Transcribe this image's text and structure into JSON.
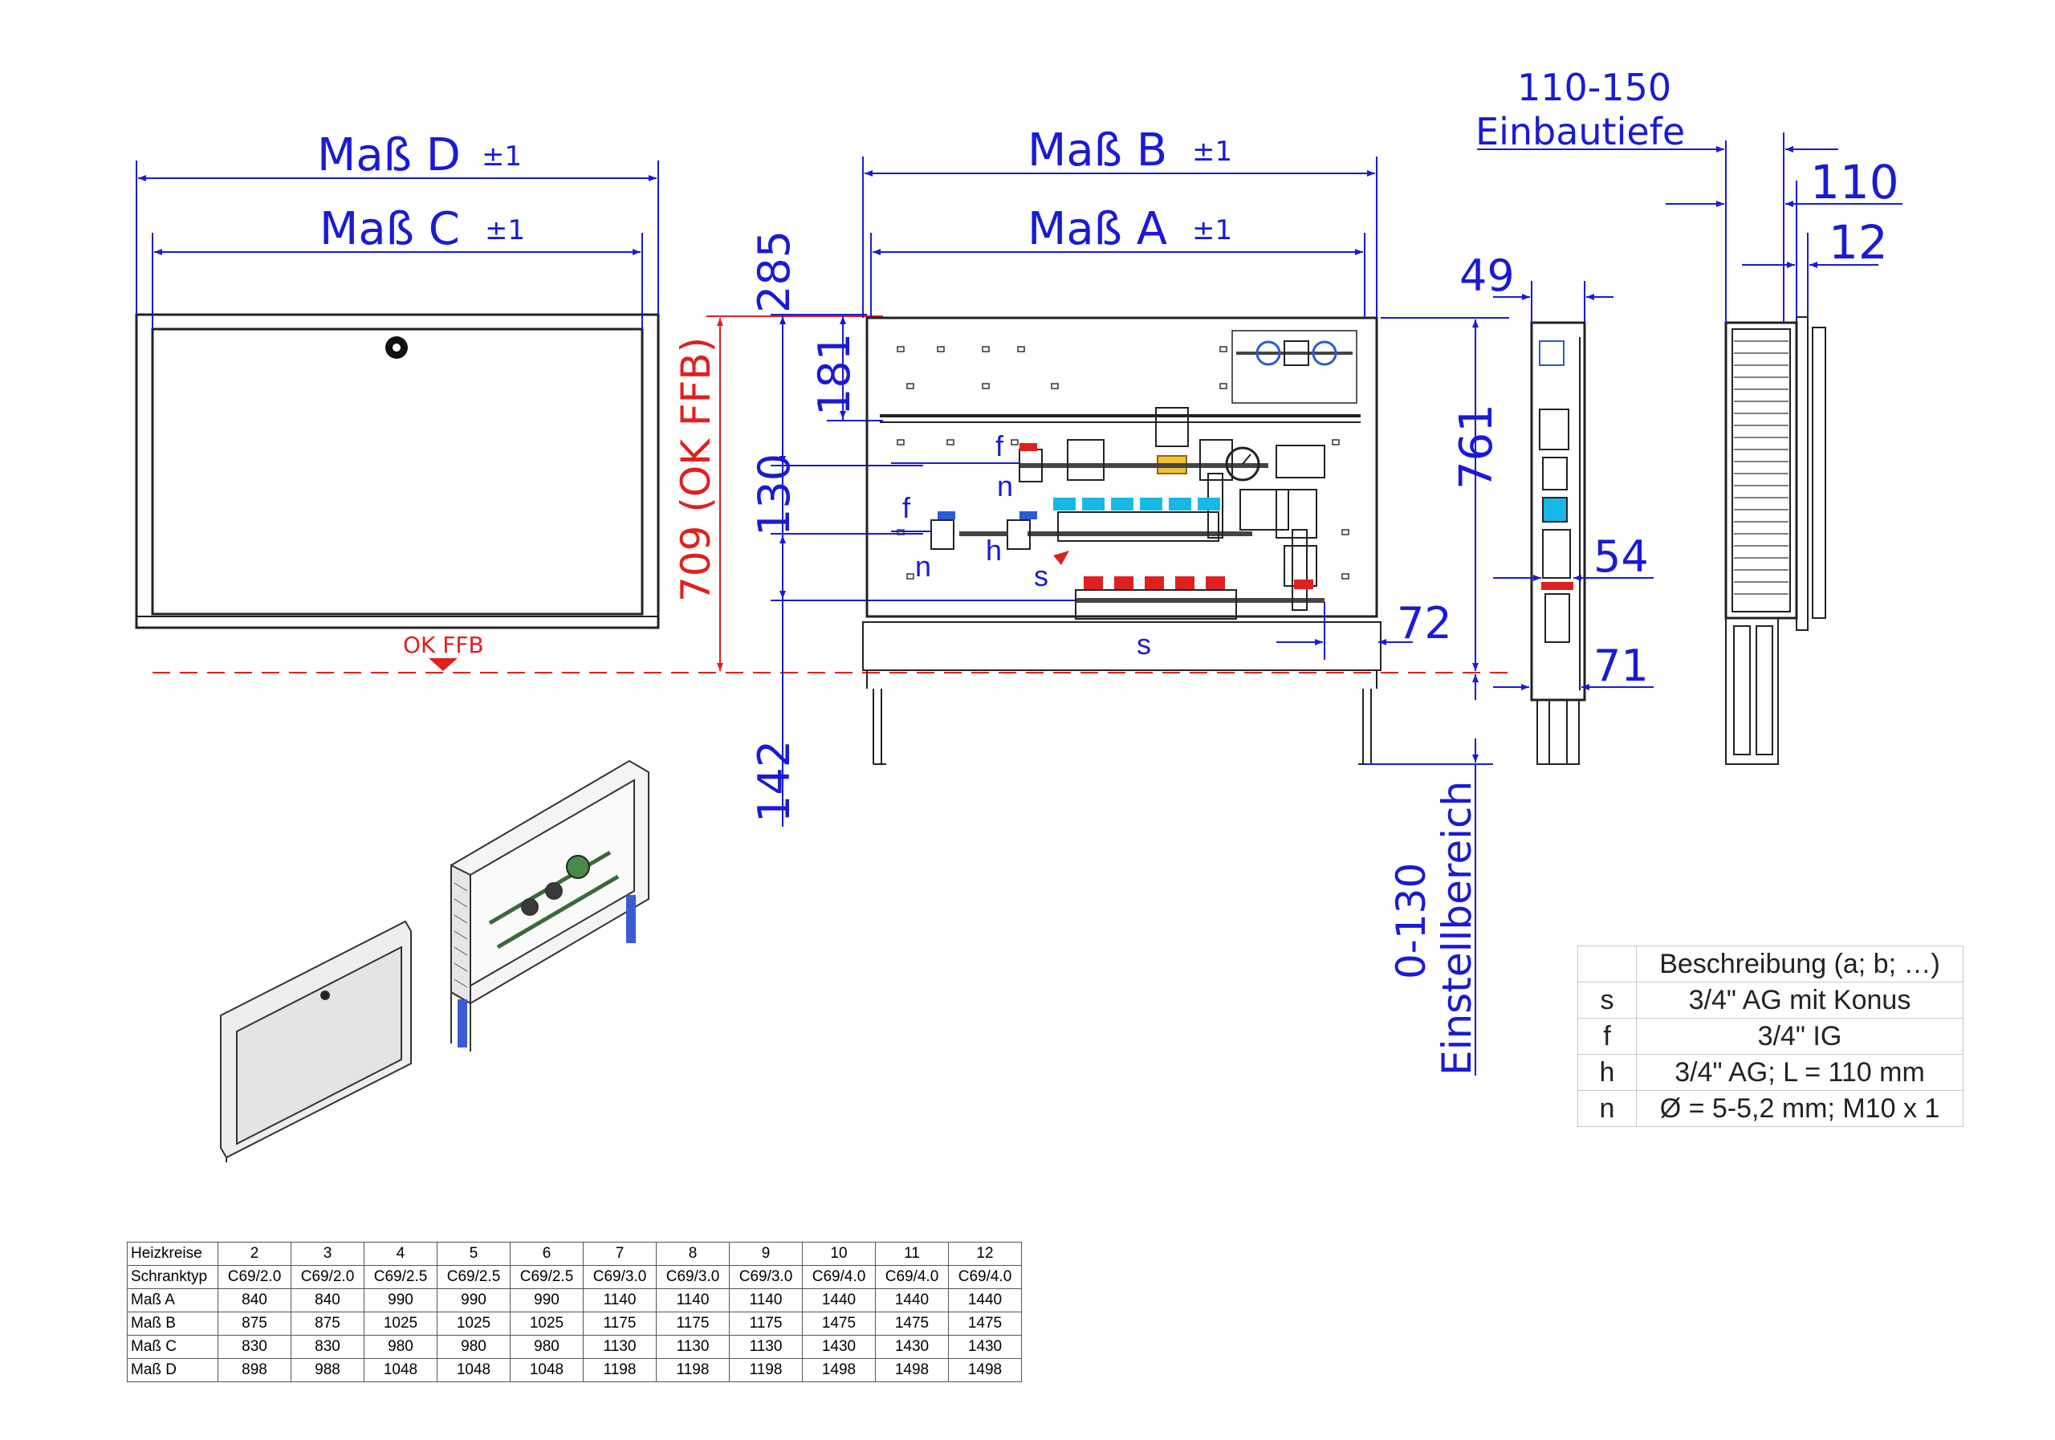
{
  "dimensions": {
    "mass_d": "Maß D",
    "mass_c": "Maß C",
    "mass_b": "Maß B",
    "mass_a": "Maß A",
    "tol": "±1",
    "v285": "285",
    "v181": "181",
    "v130": "130",
    "v142": "142",
    "v709": "709 (OK FFB)",
    "ok_ffb": "OK FFB",
    "v761": "761",
    "v72": "72",
    "v49": "49",
    "v54": "54",
    "v71": "71",
    "v110_150": "110-150",
    "einbautiefe": "Einbautiefe",
    "v110": "110",
    "v12": "12",
    "v0_130": "0-130",
    "einstellbereich": "Einstellbereich"
  },
  "callouts": {
    "f": "f",
    "n": "n",
    "h": "h",
    "s": "s"
  },
  "legend": {
    "header": "Beschreibung (a; b; …)",
    "rows": [
      {
        "key": "s",
        "desc": "3/4\" AG mit Konus"
      },
      {
        "key": "f",
        "desc": "3/4\" IG"
      },
      {
        "key": "h",
        "desc": "3/4\" AG; L = 110 mm"
      },
      {
        "key": "n",
        "desc": "Ø = 5-5,2 mm; M10 x 1"
      }
    ]
  },
  "data_table": {
    "rows": [
      {
        "label": "Heizkreise",
        "values": [
          "2",
          "3",
          "4",
          "5",
          "6",
          "7",
          "8",
          "9",
          "10",
          "11",
          "12"
        ]
      },
      {
        "label": "Schranktyp",
        "values": [
          "C69/2.0",
          "C69/2.0",
          "C69/2.5",
          "C69/2.5",
          "C69/2.5",
          "C69/3.0",
          "C69/3.0",
          "C69/3.0",
          "C69/4.0",
          "C69/4.0",
          "C69/4.0"
        ]
      },
      {
        "label": "Maß A",
        "values": [
          "840",
          "840",
          "990",
          "990",
          "990",
          "1140",
          "1140",
          "1140",
          "1440",
          "1440",
          "1440"
        ]
      },
      {
        "label": "Maß B",
        "values": [
          "875",
          "875",
          "1025",
          "1025",
          "1025",
          "1175",
          "1175",
          "1175",
          "1475",
          "1475",
          "1475"
        ]
      },
      {
        "label": "Maß C",
        "values": [
          "830",
          "830",
          "980",
          "980",
          "980",
          "1130",
          "1130",
          "1130",
          "1430",
          "1430",
          "1430"
        ]
      },
      {
        "label": "Maß D",
        "values": [
          "898",
          "988",
          "1048",
          "1048",
          "1048",
          "1198",
          "1198",
          "1198",
          "1498",
          "1498",
          "1498"
        ]
      }
    ]
  },
  "colors": {
    "dimension": "#1a1ad6",
    "reference": "#e0201e",
    "outline": "#222222",
    "valve_blue": "#18b8e6",
    "valve_red": "#e02020"
  }
}
